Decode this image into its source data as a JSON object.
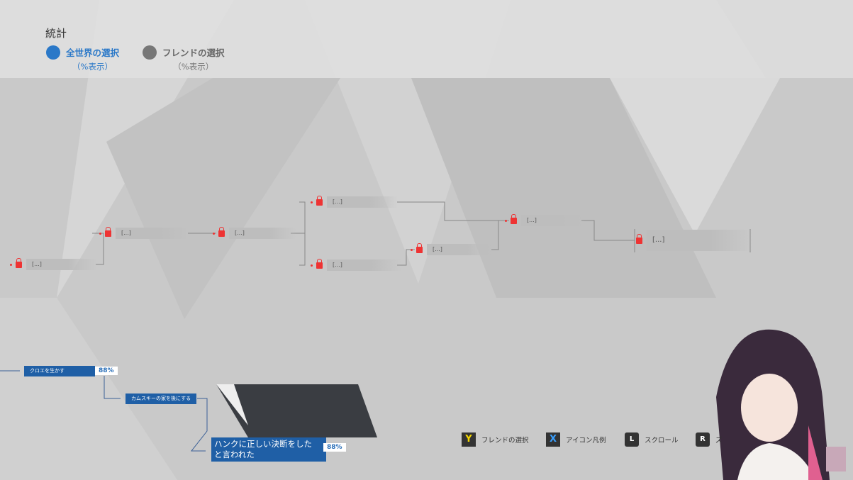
{
  "header": {
    "title": "統計",
    "global": {
      "label": "全世界の選択",
      "sub": "（%表示）"
    },
    "friends": {
      "label": "フレンドの選択",
      "sub": "（%表示）"
    }
  },
  "locked_label": "[...]",
  "unlocked": [
    {
      "label": "クロエを生かす",
      "percent": "88%"
    },
    {
      "label": "カムスキーの家を後にする"
    },
    {
      "label": "ハンクに正しい決断をしたと言われた",
      "line1": "ハンクに正しい決断をした",
      "line2": "と言われた",
      "percent": "88%"
    }
  ],
  "hints": [
    {
      "key": "Y",
      "label": "フレンドの選択",
      "color": "#f5d800"
    },
    {
      "key": "X",
      "label": "アイコン凡例",
      "color": "#3aa0ff"
    },
    {
      "key": "L",
      "label": "スクロール",
      "color": "#fff"
    },
    {
      "key": "R",
      "label": "ズ",
      "color": "#fff"
    }
  ],
  "colors": {
    "accent": "#1f5fa6",
    "lock": "#e33333"
  }
}
